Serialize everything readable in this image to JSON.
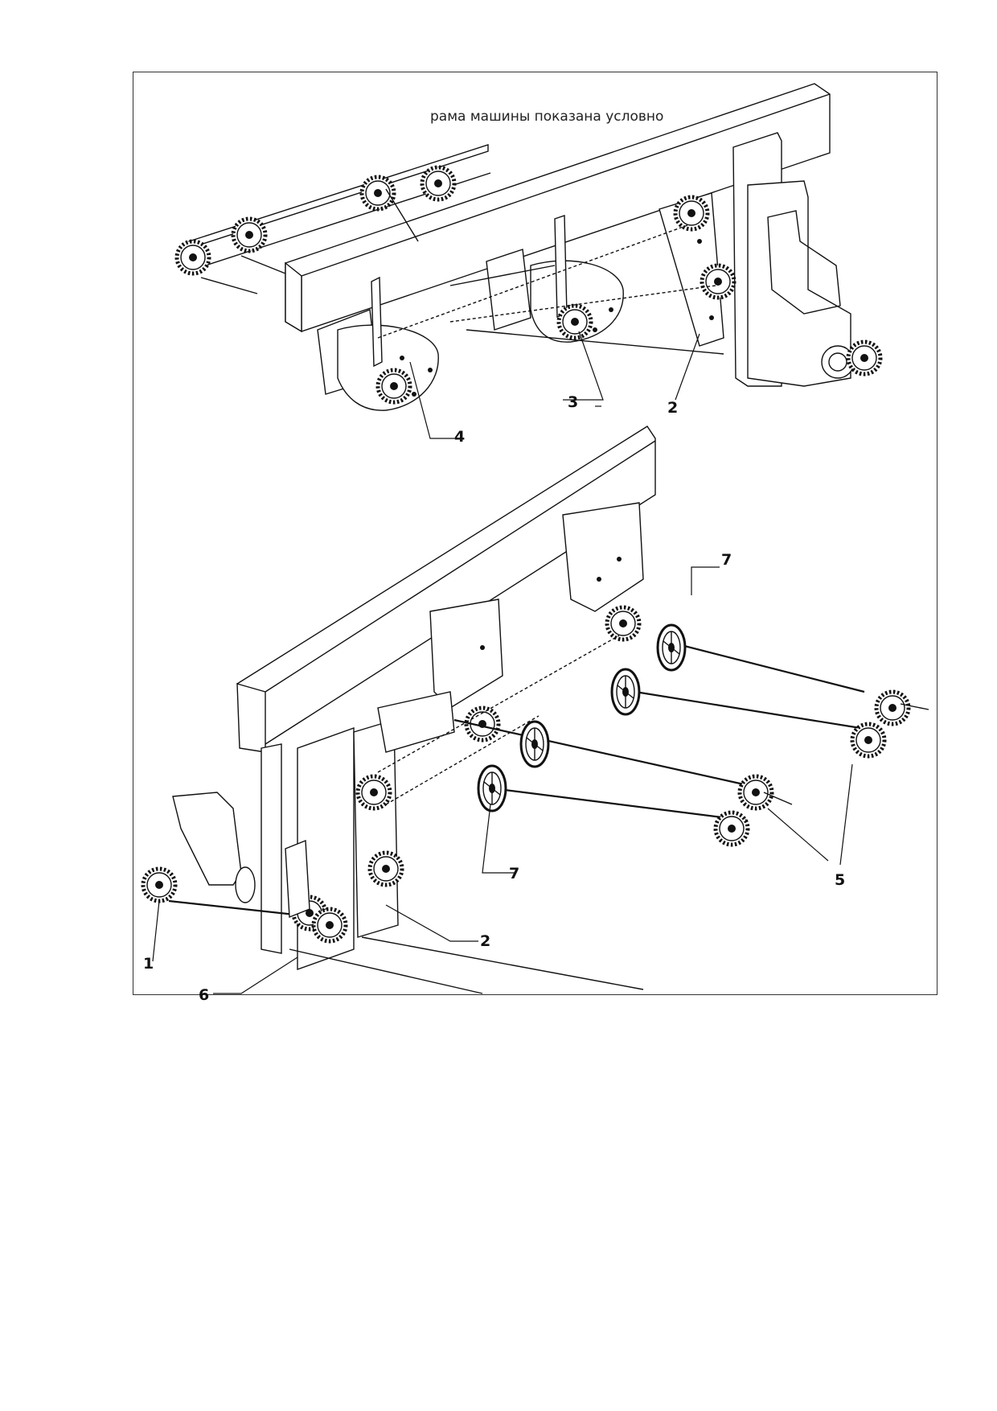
{
  "figure": {
    "caption": "рама машины показана условно",
    "top_view": {
      "callouts": [
        {
          "id": "c4",
          "label": "4"
        },
        {
          "id": "c3",
          "label": "3"
        },
        {
          "id": "c2",
          "label": "2"
        }
      ]
    },
    "bottom_view": {
      "callouts": [
        {
          "id": "c7a",
          "label": "7"
        },
        {
          "id": "c7b",
          "label": "7"
        },
        {
          "id": "c5",
          "label": "5"
        },
        {
          "id": "c2b",
          "label": "2"
        },
        {
          "id": "c1",
          "label": "1"
        },
        {
          "id": "c6",
          "label": "6"
        }
      ]
    }
  }
}
